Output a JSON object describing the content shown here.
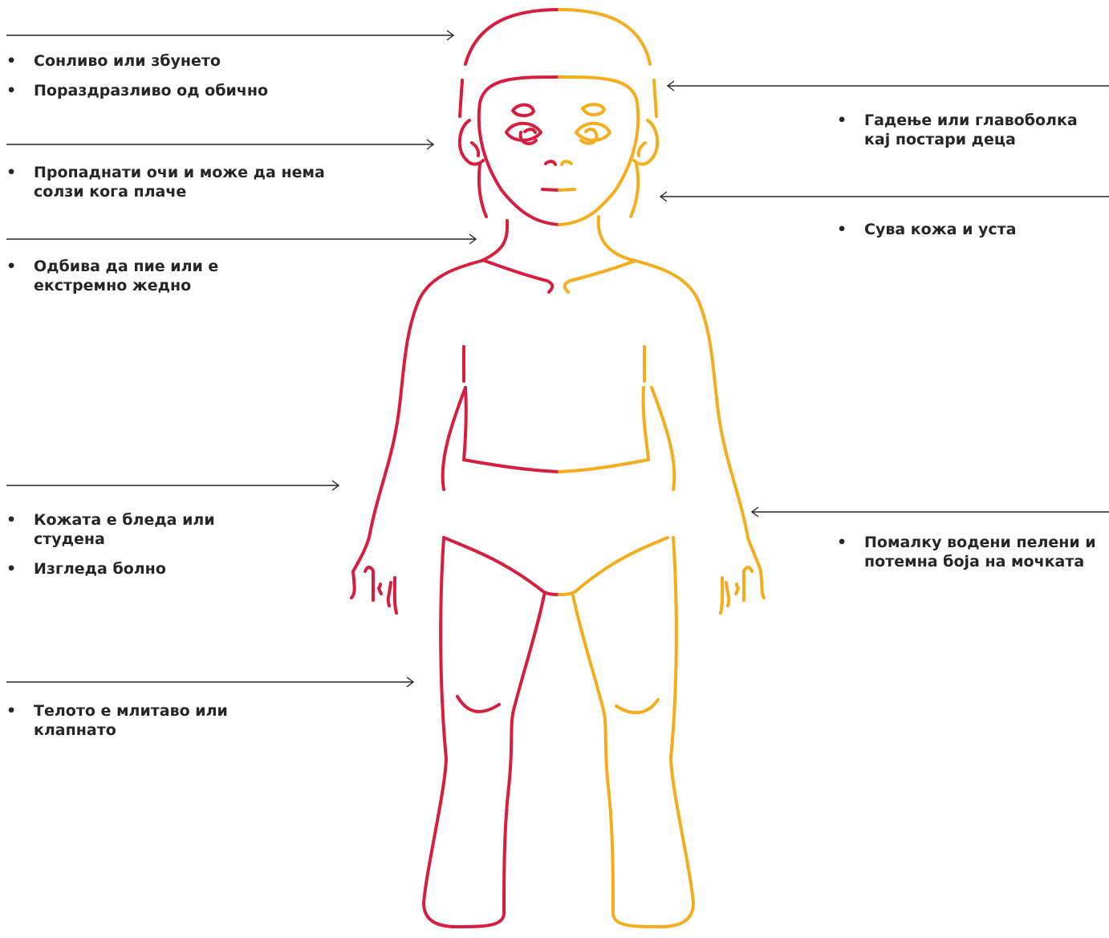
{
  "colors": {
    "text": "#262626",
    "left_half": "#d81e3f",
    "right_half": "#f5ad1e"
  },
  "left_callouts": [
    {
      "items": [
        "Сонливо или збунето",
        "Пораздразливо од обично"
      ]
    },
    {
      "items": [
        "Пропаднати очи и може да нема солзи кога плаче"
      ]
    },
    {
      "items": [
        "Одбива да пие или е екстремно жедно"
      ]
    },
    {
      "items": [
        "Кожата е бледа или студена",
        "Изгледа болно"
      ]
    },
    {
      "items": [
        "Телото е млитаво или клапнато"
      ]
    }
  ],
  "right_callouts": [
    {
      "items": [
        "Гадење или главоболка кај постари деца"
      ]
    },
    {
      "items": [
        "Сува кожа и уста"
      ]
    },
    {
      "items": [
        "Помалку водени пелени и потемна боја на мочката"
      ]
    }
  ]
}
